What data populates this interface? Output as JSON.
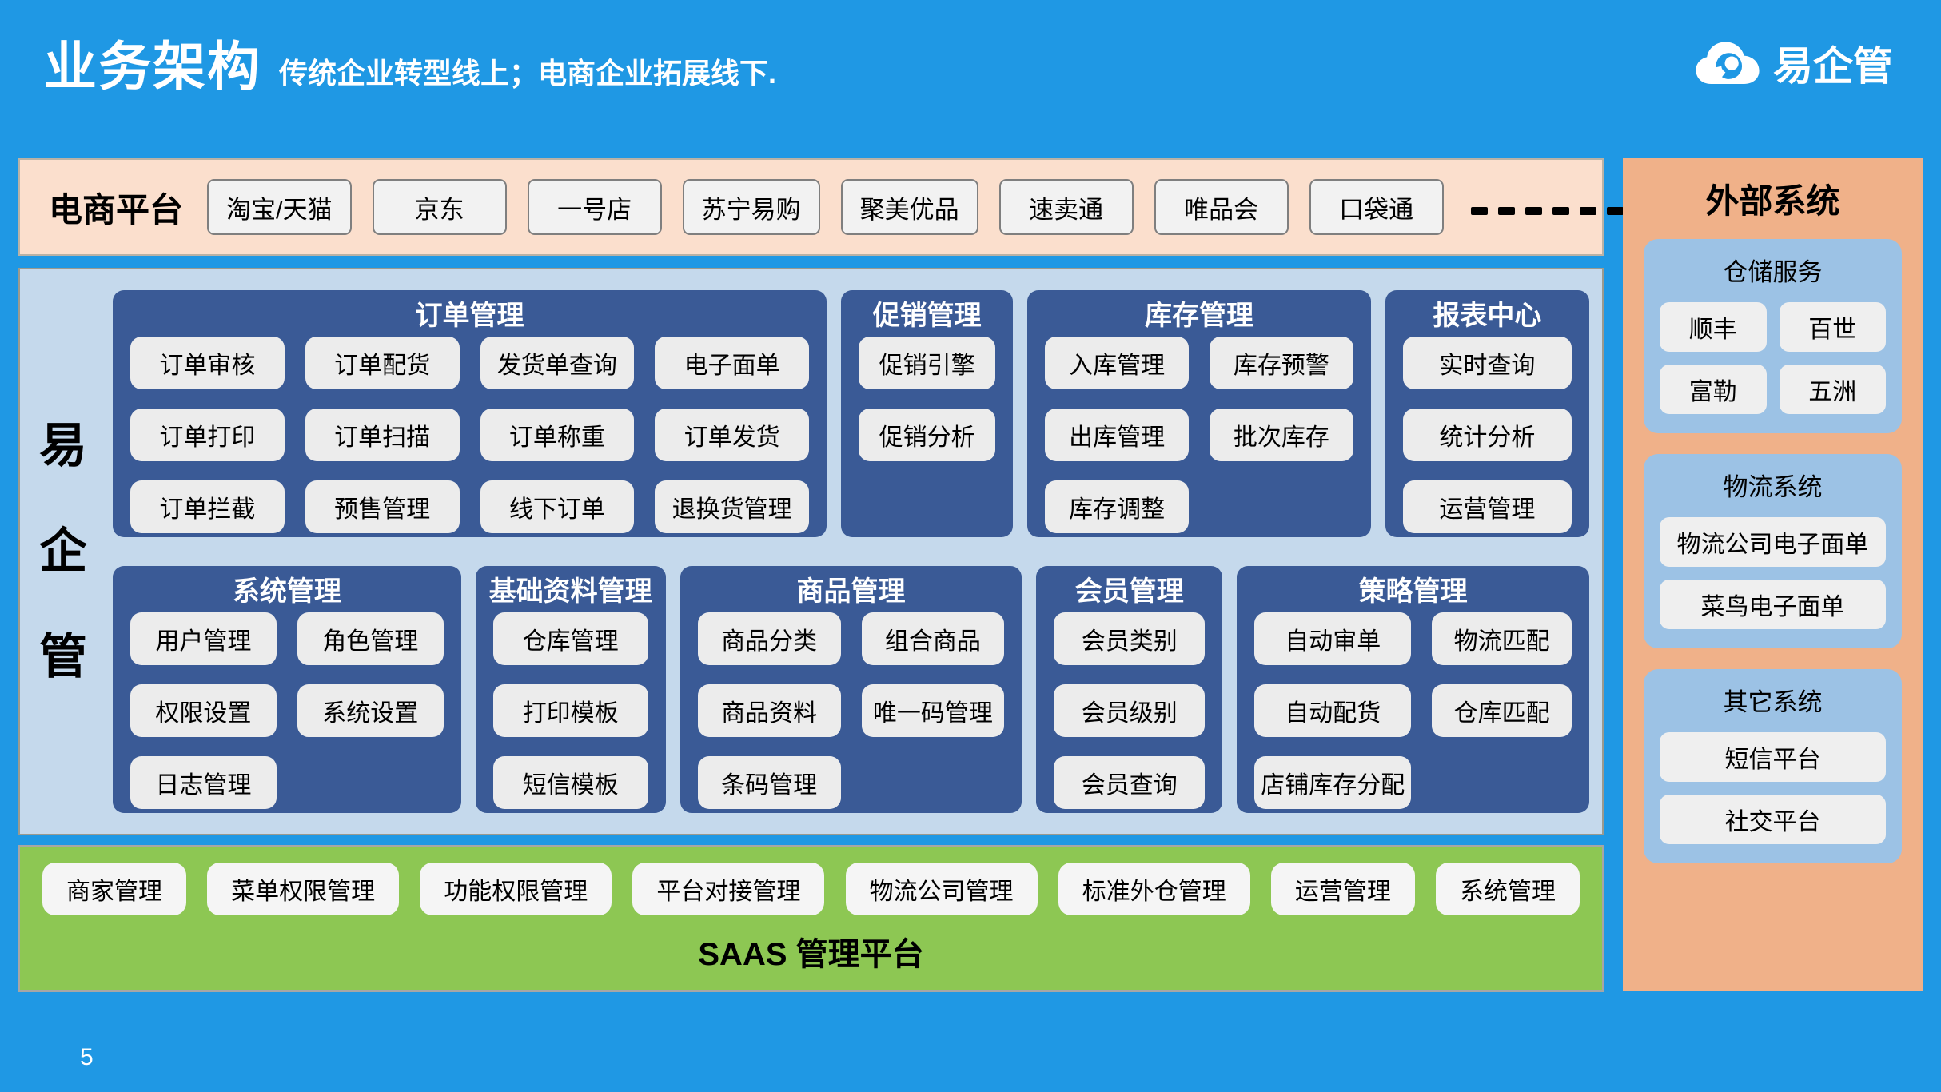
{
  "page": {
    "number": "5"
  },
  "header": {
    "title": "业务架构",
    "subtitle": "传统企业转型线上；电商企业拓展线下.",
    "logo_text": "易企管"
  },
  "ecommerce_bar": {
    "label": "电商平台",
    "platforms": [
      "淘宝/天猫",
      "京东",
      "一号店",
      "苏宁易购",
      "聚美优品",
      "速卖通",
      "唯品会",
      "口袋通"
    ],
    "ellipsis_dots": 6
  },
  "core": {
    "vertical_label": [
      "易",
      "企",
      "管"
    ],
    "rows": [
      [
        {
          "title": "订单管理",
          "columns": 4,
          "items": [
            "订单审核",
            "订单配货",
            "发货单查询",
            "电子面单",
            "订单打印",
            "订单扫描",
            "订单称重",
            "订单发货",
            "订单拦截",
            "预售管理",
            "线下订单",
            "退换货管理"
          ]
        },
        {
          "title": "促销管理",
          "columns": 1,
          "items": [
            "促销引擎",
            "促销分析"
          ]
        },
        {
          "title": "库存管理",
          "columns": 2,
          "items": [
            "入库管理",
            "库存预警",
            "出库管理",
            "批次库存",
            "库存调整"
          ]
        },
        {
          "title": "报表中心",
          "columns": 1,
          "items": [
            "实时查询",
            "统计分析",
            "运营管理"
          ]
        }
      ],
      [
        {
          "title": "系统管理",
          "columns": 2,
          "items": [
            "用户管理",
            "角色管理",
            "权限设置",
            "系统设置",
            "日志管理"
          ]
        },
        {
          "title": "基础资料管理",
          "columns": 1,
          "items": [
            "仓库管理",
            "打印模板",
            "短信模板"
          ]
        },
        {
          "title": "商品管理",
          "columns": 2,
          "items": [
            "商品分类",
            "组合商品",
            "商品资料",
            "唯一码管理",
            "条码管理"
          ]
        },
        {
          "title": "会员管理",
          "columns": 1,
          "items": [
            "会员类别",
            "会员级别",
            "会员查询"
          ]
        },
        {
          "title": "策略管理",
          "columns": 2,
          "items": [
            "自动审单",
            "物流匹配",
            "自动配货",
            "仓库匹配",
            "店铺库存分配"
          ]
        }
      ]
    ]
  },
  "saas_bar": {
    "label": "SAAS 管理平台",
    "items": [
      "商家管理",
      "菜单权限管理",
      "功能权限管理",
      "平台对接管理",
      "物流公司管理",
      "标准外仓管理",
      "运营管理",
      "系统管理"
    ]
  },
  "external": {
    "title": "外部系统",
    "groups": [
      {
        "title": "仓储服务",
        "columns": 2,
        "items": [
          "顺丰",
          "百世",
          "富勒",
          "五洲"
        ]
      },
      {
        "title": "物流系统",
        "columns": 1,
        "items": [
          "物流公司电子面单",
          "菜鸟电子面单"
        ]
      },
      {
        "title": "其它系统",
        "columns": 1,
        "items": [
          "短信平台",
          "社交平台"
        ]
      }
    ]
  },
  "colors": {
    "background": "#1F98E4",
    "panel_dark_blue": "#3A5A96",
    "panel_light_blue": "#C5D9EC",
    "ecommerce_strip_peach": "#FBDFCD",
    "sidebar_salmon": "#F0B189",
    "sidebar_group_blue": "#9CC2E5",
    "saas_green": "#8DC753",
    "button_gray": "#ECECEC"
  }
}
